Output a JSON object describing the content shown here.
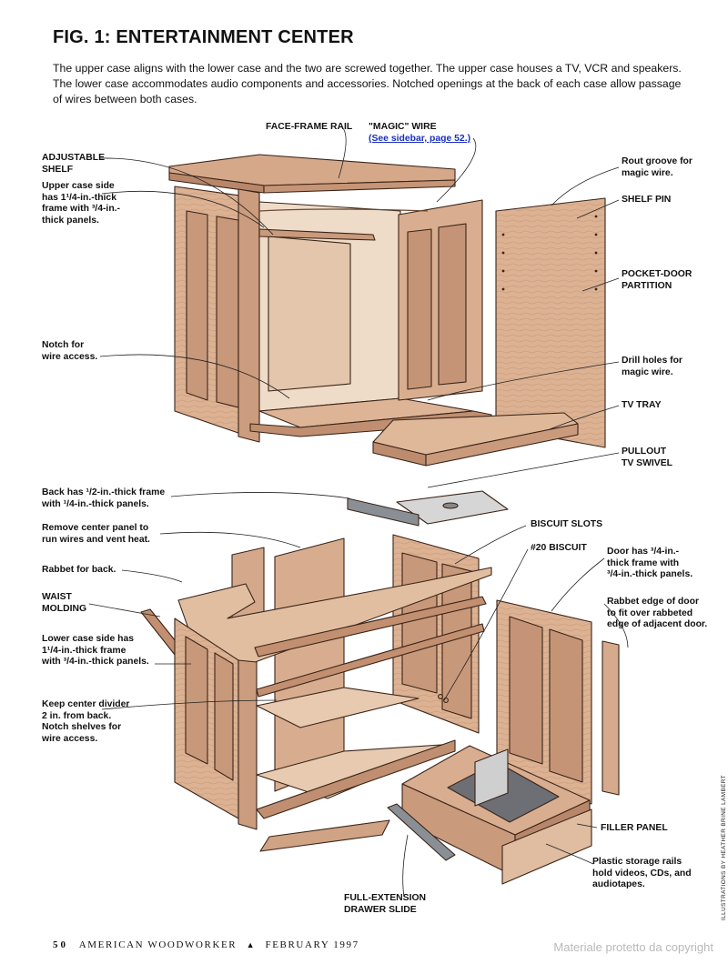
{
  "title": "FIG. 1: ENTERTAINMENT CENTER",
  "intro": [
    "The upper case aligns with the lower case and the two are screwed together. The upper case houses a TV, VCR and speakers.",
    "The lower case accommodates audio components and accessories. Notched openings at the back of each case allow passage",
    "of wires between both cases."
  ],
  "labels": {
    "face_frame_rail": "FACE-FRAME RAIL",
    "magic_wire": "\"MAGIC\" WIRE",
    "sidebar_link": "(See sidebar, page 52.)",
    "adjustable_shelf": [
      "ADJUSTABLE",
      "SHELF"
    ],
    "upper_case_side": [
      "Upper case side",
      "has 1¹/4-in.-thick",
      "frame with ³/4-in.-",
      "thick panels."
    ],
    "rout_groove": [
      "Rout groove for",
      "magic wire."
    ],
    "shelf_pin": "SHELF PIN",
    "pocket_door": [
      "POCKET-DOOR",
      "PARTITION"
    ],
    "notch": [
      "Notch for",
      "wire access."
    ],
    "drill_holes": [
      "Drill holes for",
      "magic wire."
    ],
    "tv_tray": "TV TRAY",
    "pullout_swivel": [
      "PULLOUT",
      "TV SWIVEL"
    ],
    "back_frame": [
      "Back has ¹/2-in.-thick frame",
      "with ¹/4-in.-thick panels."
    ],
    "remove_center": [
      "Remove center panel to",
      "run wires and vent heat."
    ],
    "rabbet_back": "Rabbet for back.",
    "waist_molding": [
      "WAIST",
      "MOLDING"
    ],
    "biscuit_slots": "BISCUIT SLOTS",
    "biscuit_20": "#20 BISCUIT",
    "door_has": [
      "Door has ³/4-in.-",
      "thick frame with",
      "³/4-in.-thick panels."
    ],
    "rabbet_edge": [
      "Rabbet edge of door",
      "to fit over rabbeted",
      "edge of adjacent door."
    ],
    "lower_case_side": [
      "Lower case side has",
      "1¹/4-in.-thick frame",
      "with ³/4-in.-thick panels."
    ],
    "center_divider": [
      "Keep center divider",
      "2 in. from back.",
      "Notch shelves for",
      "wire access."
    ],
    "filler_panel": "FILLER PANEL",
    "plastic_rails": [
      "Plastic storage rails",
      "hold videos, CDs, and",
      "audiotapes."
    ],
    "drawer_slide": [
      "FULL-EXTENSION",
      "DRAWER SLIDE"
    ]
  },
  "footer": {
    "page": "50",
    "magazine": "AMERICAN WOODWORKER",
    "date": "FEBRUARY 1997"
  },
  "watermark": "Materiale protetto da copyright",
  "credit": "ILLUSTRATIONS BY HEATHER BRINE LAMBERT",
  "colors": {
    "wood_light": "#e2b99a",
    "wood_mid": "#d1a283",
    "wood_dark": "#a97556",
    "outline": "#3a2418",
    "link": "#1a2fbf",
    "watermark": "#b9b9b9"
  }
}
